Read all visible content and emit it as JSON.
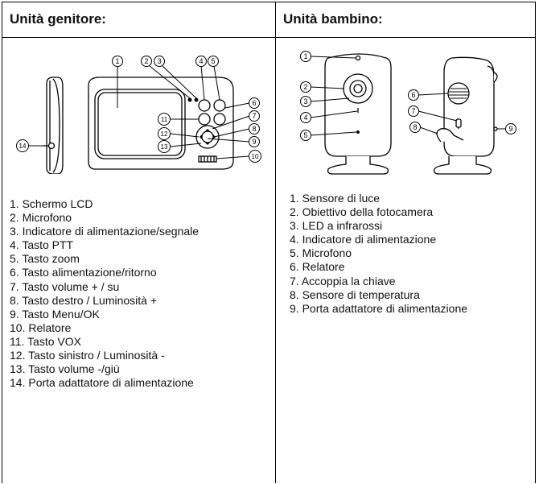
{
  "parent_unit": {
    "heading": "Unità genitore:",
    "callouts": [
      "1",
      "2",
      "3",
      "4",
      "5",
      "6",
      "7",
      "8",
      "9",
      "10",
      "11",
      "12",
      "13",
      "14"
    ],
    "items": [
      "1. Schermo LCD",
      "2. Microfono",
      "3. Indicatore di alimentazione/segnale",
      "4. Tasto PTT",
      "5. Tasto zoom",
      "6. Tasto alimentazione/ritorno",
      "7. Tasto volume + / su",
      "8. Tasto destro / Luminosità +",
      "9. Tasto Menu/OK",
      "10. Relatore",
      "11. Tasto VOX",
      "12. Tasto sinistro / Luminosità -",
      "13. Tasto volume -/giù",
      "14. Porta adattatore di alimentazione"
    ]
  },
  "baby_unit": {
    "heading": "Unità bambino:",
    "callouts": [
      "1",
      "2",
      "3",
      "4",
      "5",
      "6",
      "7",
      "8",
      "9"
    ],
    "items": [
      "1. Sensore di luce",
      "2. Obiettivo della fotocamera",
      "3. LED a infrarossi",
      "4. Indicatore di alimentazione",
      "5. Microfono",
      "6. Relatore",
      "7. Accoppia la chiave",
      "8. Sensore di temperatura",
      "9. Porta adattatore di alimentazione"
    ]
  }
}
